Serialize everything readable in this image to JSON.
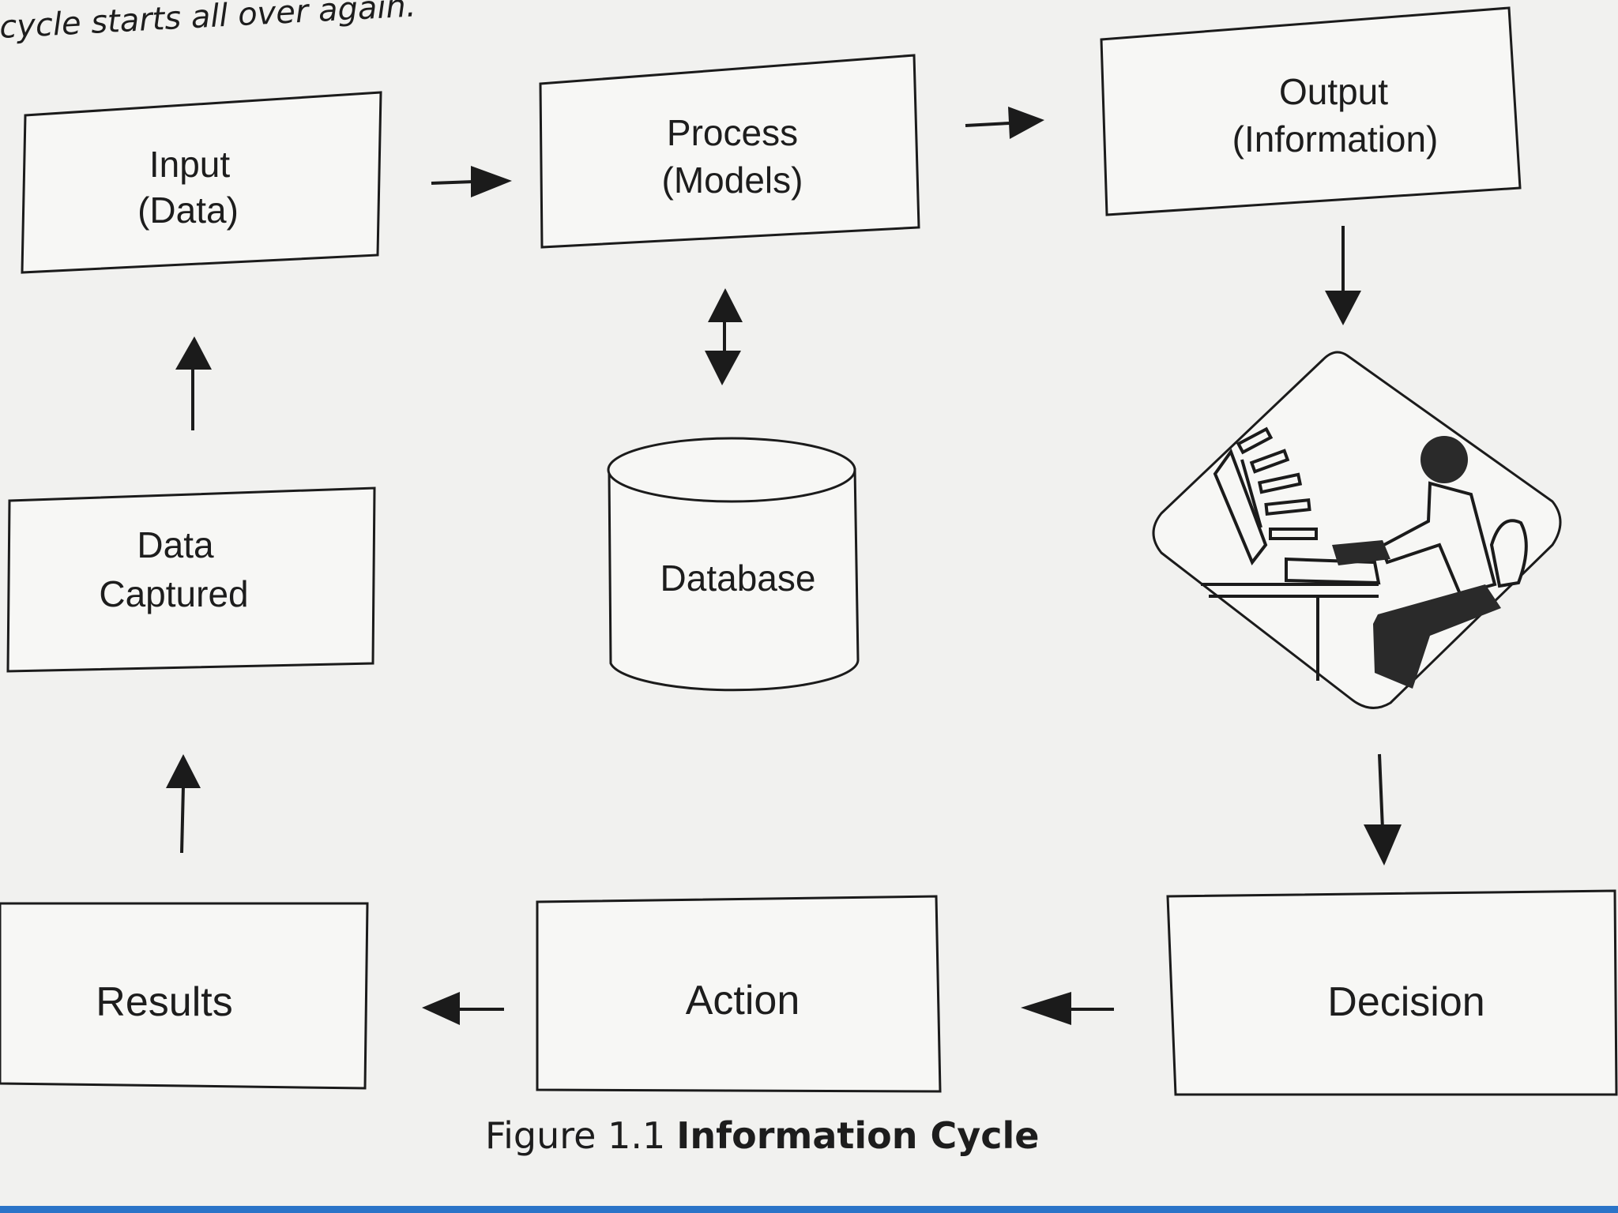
{
  "intro_text": "cycle starts all over again.",
  "nodes": {
    "input": [
      "Input",
      "(Data)"
    ],
    "process": [
      "Process",
      "(Models)"
    ],
    "output": [
      "Output",
      "(Information)"
    ],
    "data_captured": [
      "Data",
      "Captured"
    ],
    "database": "Database",
    "results": "Results",
    "action": "Action",
    "decision": "Decision"
  },
  "illustration": {
    "icon": "person-at-computer-icon"
  },
  "caption": {
    "prefix": "Figure 1.1",
    "title": "Information Cycle"
  },
  "colors": {
    "bottom_bar": "#2b74c8"
  }
}
